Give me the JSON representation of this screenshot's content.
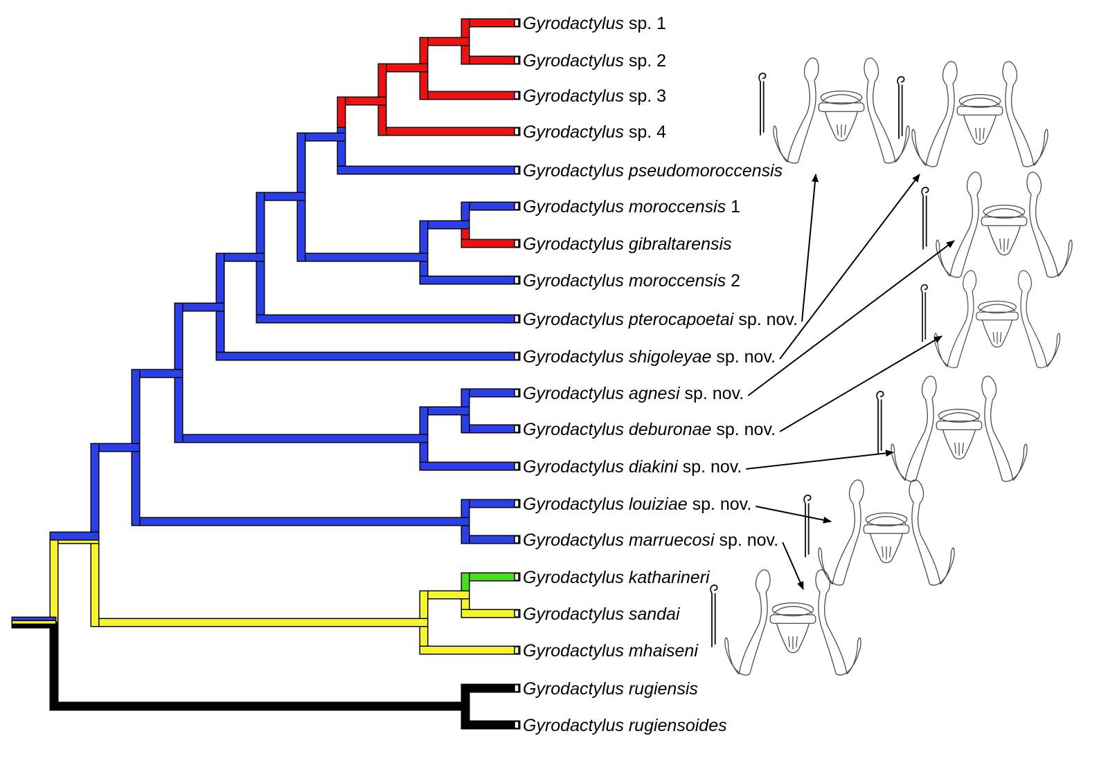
{
  "colors": {
    "red": "#ee1111",
    "blue": "#2a3fe8",
    "yellow": "#f6f42a",
    "green": "#44e01a",
    "black": "#000000"
  },
  "taxa": [
    {
      "genus": "Gyrodactylus",
      "epithet": "sp. 1",
      "epithet_italic": false,
      "suffix": "",
      "color": "red"
    },
    {
      "genus": "Gyrodactylus",
      "epithet": "sp. 2",
      "epithet_italic": false,
      "suffix": "",
      "color": "red"
    },
    {
      "genus": "Gyrodactylus",
      "epithet": "sp. 3",
      "epithet_italic": false,
      "suffix": "",
      "color": "red"
    },
    {
      "genus": "Gyrodactylus",
      "epithet": "sp. 4",
      "epithet_italic": false,
      "suffix": "",
      "color": "red"
    },
    {
      "genus": "Gyrodactylus",
      "epithet": "pseudomoroccensis",
      "epithet_italic": true,
      "suffix": "",
      "color": "blue"
    },
    {
      "genus": "Gyrodactylus",
      "epithet": "moroccensis",
      "epithet_italic": true,
      "suffix": "1",
      "color": "blue"
    },
    {
      "genus": "Gyrodactylus",
      "epithet": "gibraltarensis",
      "epithet_italic": true,
      "suffix": "",
      "color": "red"
    },
    {
      "genus": "Gyrodactylus",
      "epithet": "moroccensis",
      "epithet_italic": true,
      "suffix": "2",
      "color": "blue"
    },
    {
      "genus": "Gyrodactylus",
      "epithet": "pterocapoetai",
      "epithet_italic": true,
      "suffix": "sp. nov.",
      "color": "blue"
    },
    {
      "genus": "Gyrodactylus",
      "epithet": "shigoleyae",
      "epithet_italic": true,
      "suffix": "sp. nov.",
      "color": "blue"
    },
    {
      "genus": "Gyrodactylus",
      "epithet": "agnesi",
      "epithet_italic": true,
      "suffix": "sp. nov.",
      "color": "blue"
    },
    {
      "genus": "Gyrodactylus",
      "epithet": "deburonae",
      "epithet_italic": true,
      "suffix": "sp. nov.",
      "color": "blue"
    },
    {
      "genus": "Gyrodactylus",
      "epithet": "diakini",
      "epithet_italic": true,
      "suffix": "sp. nov.",
      "color": "blue"
    },
    {
      "genus": "Gyrodactylus",
      "epithet": "louiziae",
      "epithet_italic": true,
      "suffix": "sp. nov.",
      "color": "blue"
    },
    {
      "genus": "Gyrodactylus",
      "epithet": "marruecosi",
      "epithet_italic": true,
      "suffix": "sp. nov.",
      "color": "blue"
    },
    {
      "genus": "Gyrodactylus",
      "epithet": "katharineri",
      "epithet_italic": true,
      "suffix": "",
      "color": "green"
    },
    {
      "genus": "Gyrodactylus",
      "epithet": "sandai",
      "epithet_italic": true,
      "suffix": "",
      "color": "yellow"
    },
    {
      "genus": "Gyrodactylus",
      "epithet": "mhaiseni",
      "epithet_italic": true,
      "suffix": "",
      "color": "yellow"
    },
    {
      "genus": "Gyrodactylus",
      "epithet": "rugiensis",
      "epithet_italic": true,
      "suffix": "",
      "color": "black"
    },
    {
      "genus": "Gyrodactylus",
      "epithet": "rugiensoides",
      "epithet_italic": true,
      "suffix": "",
      "color": "black"
    }
  ],
  "haptor_drawings": [
    {
      "name": "haptor-pterocapoetai",
      "icon": "haptor-sclerites-icon",
      "taxon_index": 8
    },
    {
      "name": "haptor-shigoleyae",
      "icon": "haptor-sclerites-icon",
      "taxon_index": 9
    },
    {
      "name": "haptor-agnesi",
      "icon": "haptor-sclerites-icon",
      "taxon_index": 10
    },
    {
      "name": "haptor-deburonae",
      "icon": "haptor-sclerites-icon",
      "taxon_index": 11
    },
    {
      "name": "haptor-diakini",
      "icon": "haptor-sclerites-icon",
      "taxon_index": 12
    },
    {
      "name": "haptor-louiziae",
      "icon": "haptor-sclerites-icon",
      "taxon_index": 13
    },
    {
      "name": "haptor-marruecosi",
      "icon": "haptor-sclerites-icon",
      "taxon_index": 14
    }
  ]
}
